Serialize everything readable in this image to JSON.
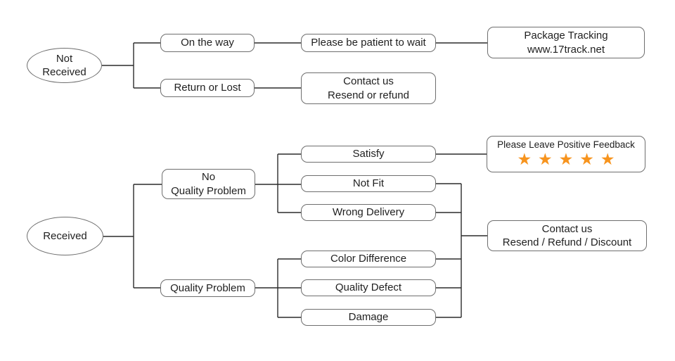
{
  "colors": {
    "star": "#F7941E",
    "line": "#2b2b2b",
    "border": "#6e6e6e",
    "text": "#1f1f1f",
    "background": "#ffffff"
  },
  "nodes": {
    "not_received": "Not\nReceived",
    "on_the_way": "On the way",
    "return_or_lost": "Return or Lost",
    "be_patient": "Please be patient to wait",
    "package_tracking": "Package Tracking\nwww.17track.net",
    "contact_resend_refund": "Contact us\nResend or refund",
    "received": "Received",
    "no_quality_problem": "No\nQuality Problem",
    "quality_problem": "Quality Problem",
    "satisfy": "Satisfy",
    "not_fit": "Not Fit",
    "wrong_delivery": "Wrong Delivery",
    "color_difference": "Color Difference",
    "quality_defect": "Quality Defect",
    "damage": "Damage",
    "feedback_title": "Please Leave Positive Feedback",
    "feedback_stars": "★★★★★",
    "contact_resend_refund_discount": "Contact us\nResend / Refund / Discount"
  }
}
